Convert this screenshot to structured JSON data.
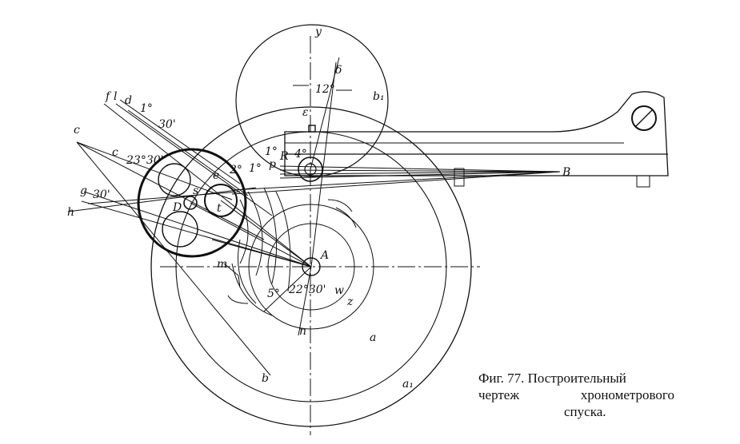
{
  "figure": {
    "caption": {
      "line1": "Фиг. 77. Построительный",
      "line2_left": "чертеж",
      "line2_right": "хронометрового",
      "line3": "спуска."
    },
    "labels": {
      "y": "y",
      "b1": "b₁",
      "angle_12": "12°",
      "delta": "δ",
      "epsilon": "ε",
      "f": "f",
      "l": "l",
      "d": "d",
      "angle_1a": "1°",
      "angle_30a": "30'",
      "c1": "c",
      "c2": "c",
      "angle_2330": "23°30'",
      "angle_2": "2°",
      "angle_1b": "1°",
      "angle_1c": "1°",
      "p": "p",
      "R": "R",
      "angle_4": "4°",
      "e": "e",
      "s": "s",
      "t": "t",
      "D": "D",
      "g": "g",
      "angle_30b": "30'",
      "h": "h",
      "B": "B",
      "A": "A",
      "m": "m",
      "angle_5": "5°",
      "angle_2230": "22°30'",
      "w": "w",
      "z": "z",
      "n": "n",
      "a": "a",
      "a1": "a₁",
      "b": "b"
    }
  },
  "colors": {
    "ink": "#111111",
    "paper": "#ffffff"
  }
}
